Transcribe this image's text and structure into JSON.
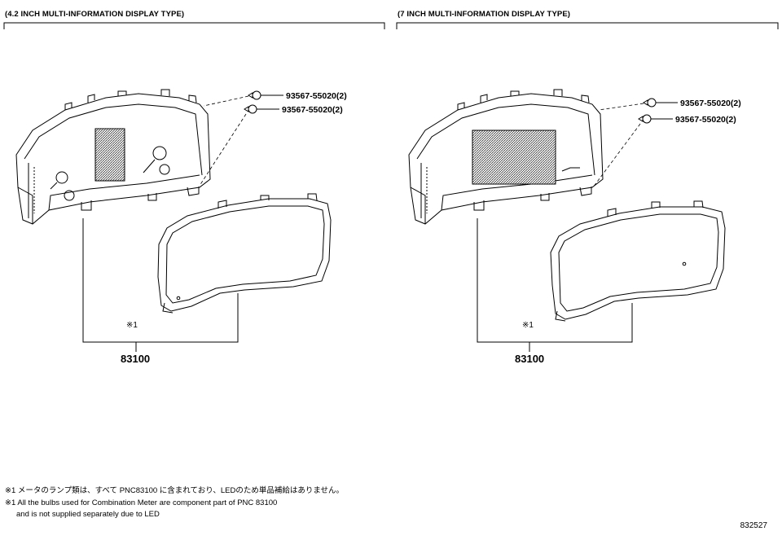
{
  "sections": [
    {
      "title": "(4.2 INCH MULTI-INFORMATION DISPLAY TYPE)",
      "bolt_upper": "93567-55020(2)",
      "bolt_lower": "93567-55020(2)",
      "note_mark": "※1",
      "part_number": "83100"
    },
    {
      "title": "(7 INCH MULTI-INFORMATION DISPLAY TYPE)",
      "bolt_upper": "93567-55020(2)",
      "bolt_lower": "93567-55020(2)",
      "note_mark": "※1",
      "part_number": "83100"
    }
  ],
  "notes": {
    "jp": "※1 メータのランプ類は、すべて PNC83100 に含まれており、LEDのため単品補給はありません。",
    "en_line1": "※1 All the bulbs used for Combination Meter are component part of PNC 83100",
    "en_line2": "and is not supplied separately due to LED"
  },
  "illustration_code": "832527"
}
